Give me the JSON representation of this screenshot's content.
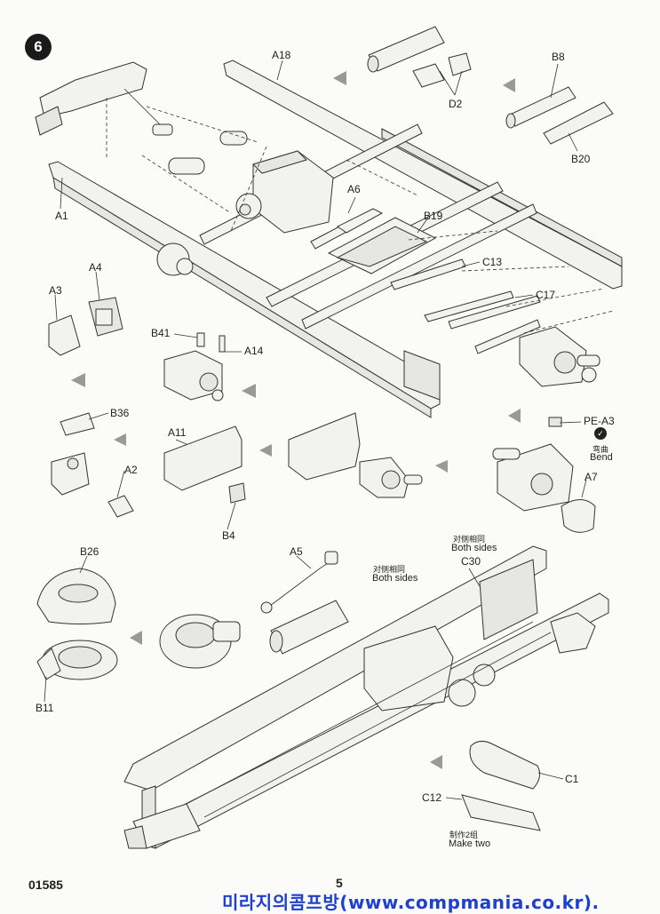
{
  "step": {
    "number": "6"
  },
  "labels": {
    "a18": "A18",
    "d2": "D2",
    "b8": "B8",
    "b20": "B20",
    "a1": "A1",
    "a6": "A6",
    "b19": "B19",
    "c13": "C13",
    "c17": "C17",
    "a4": "A4",
    "a3": "A3",
    "b41": "B41",
    "a14": "A14",
    "b36": "B36",
    "a2": "A2",
    "a11": "A11",
    "b4": "B4",
    "pe_a3": "PE-A3",
    "a7": "A7",
    "b26": "B26",
    "b11": "B11",
    "a5": "A5",
    "c30": "C30",
    "c1": "C1",
    "c12": "C12"
  },
  "notes": {
    "bend_cn": "弯曲",
    "bend_en": "Bend",
    "both_sides_cn_1": "对侧相同",
    "both_sides_en_1": "Both sides",
    "both_sides_cn_2": "对侧相同",
    "both_sides_en_2": "Both sides",
    "make_two_cn": "制作2组",
    "make_two_en": "Make two"
  },
  "footer": {
    "code": "01585",
    "page": "5",
    "watermark": "미라지의콤프방(www.compmania.co.kr)."
  }
}
